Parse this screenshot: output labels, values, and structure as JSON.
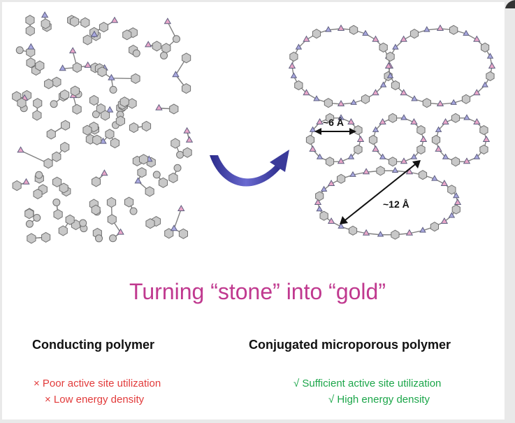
{
  "headline": "Turning “stone” into “gold”",
  "left": {
    "title": "Conducting polymer",
    "points": [
      "× Poor active site utilization",
      "× Low energy density"
    ]
  },
  "right": {
    "title": "Conjugated microporous polymer",
    "points": [
      "√ Sufficient active site utilization",
      "√ High energy density"
    ]
  },
  "annotations": {
    "small_pore": "~6 Å",
    "large_pore": "~12 Å"
  },
  "colors": {
    "headline": "#c0398f",
    "bad": "#e23b3b",
    "good": "#1ca64a",
    "arrow": "#4a4aa8",
    "hexagon": "#c8c8c8",
    "pink_node": "#e8a6c8",
    "blue_node": "#a8a8e0"
  }
}
